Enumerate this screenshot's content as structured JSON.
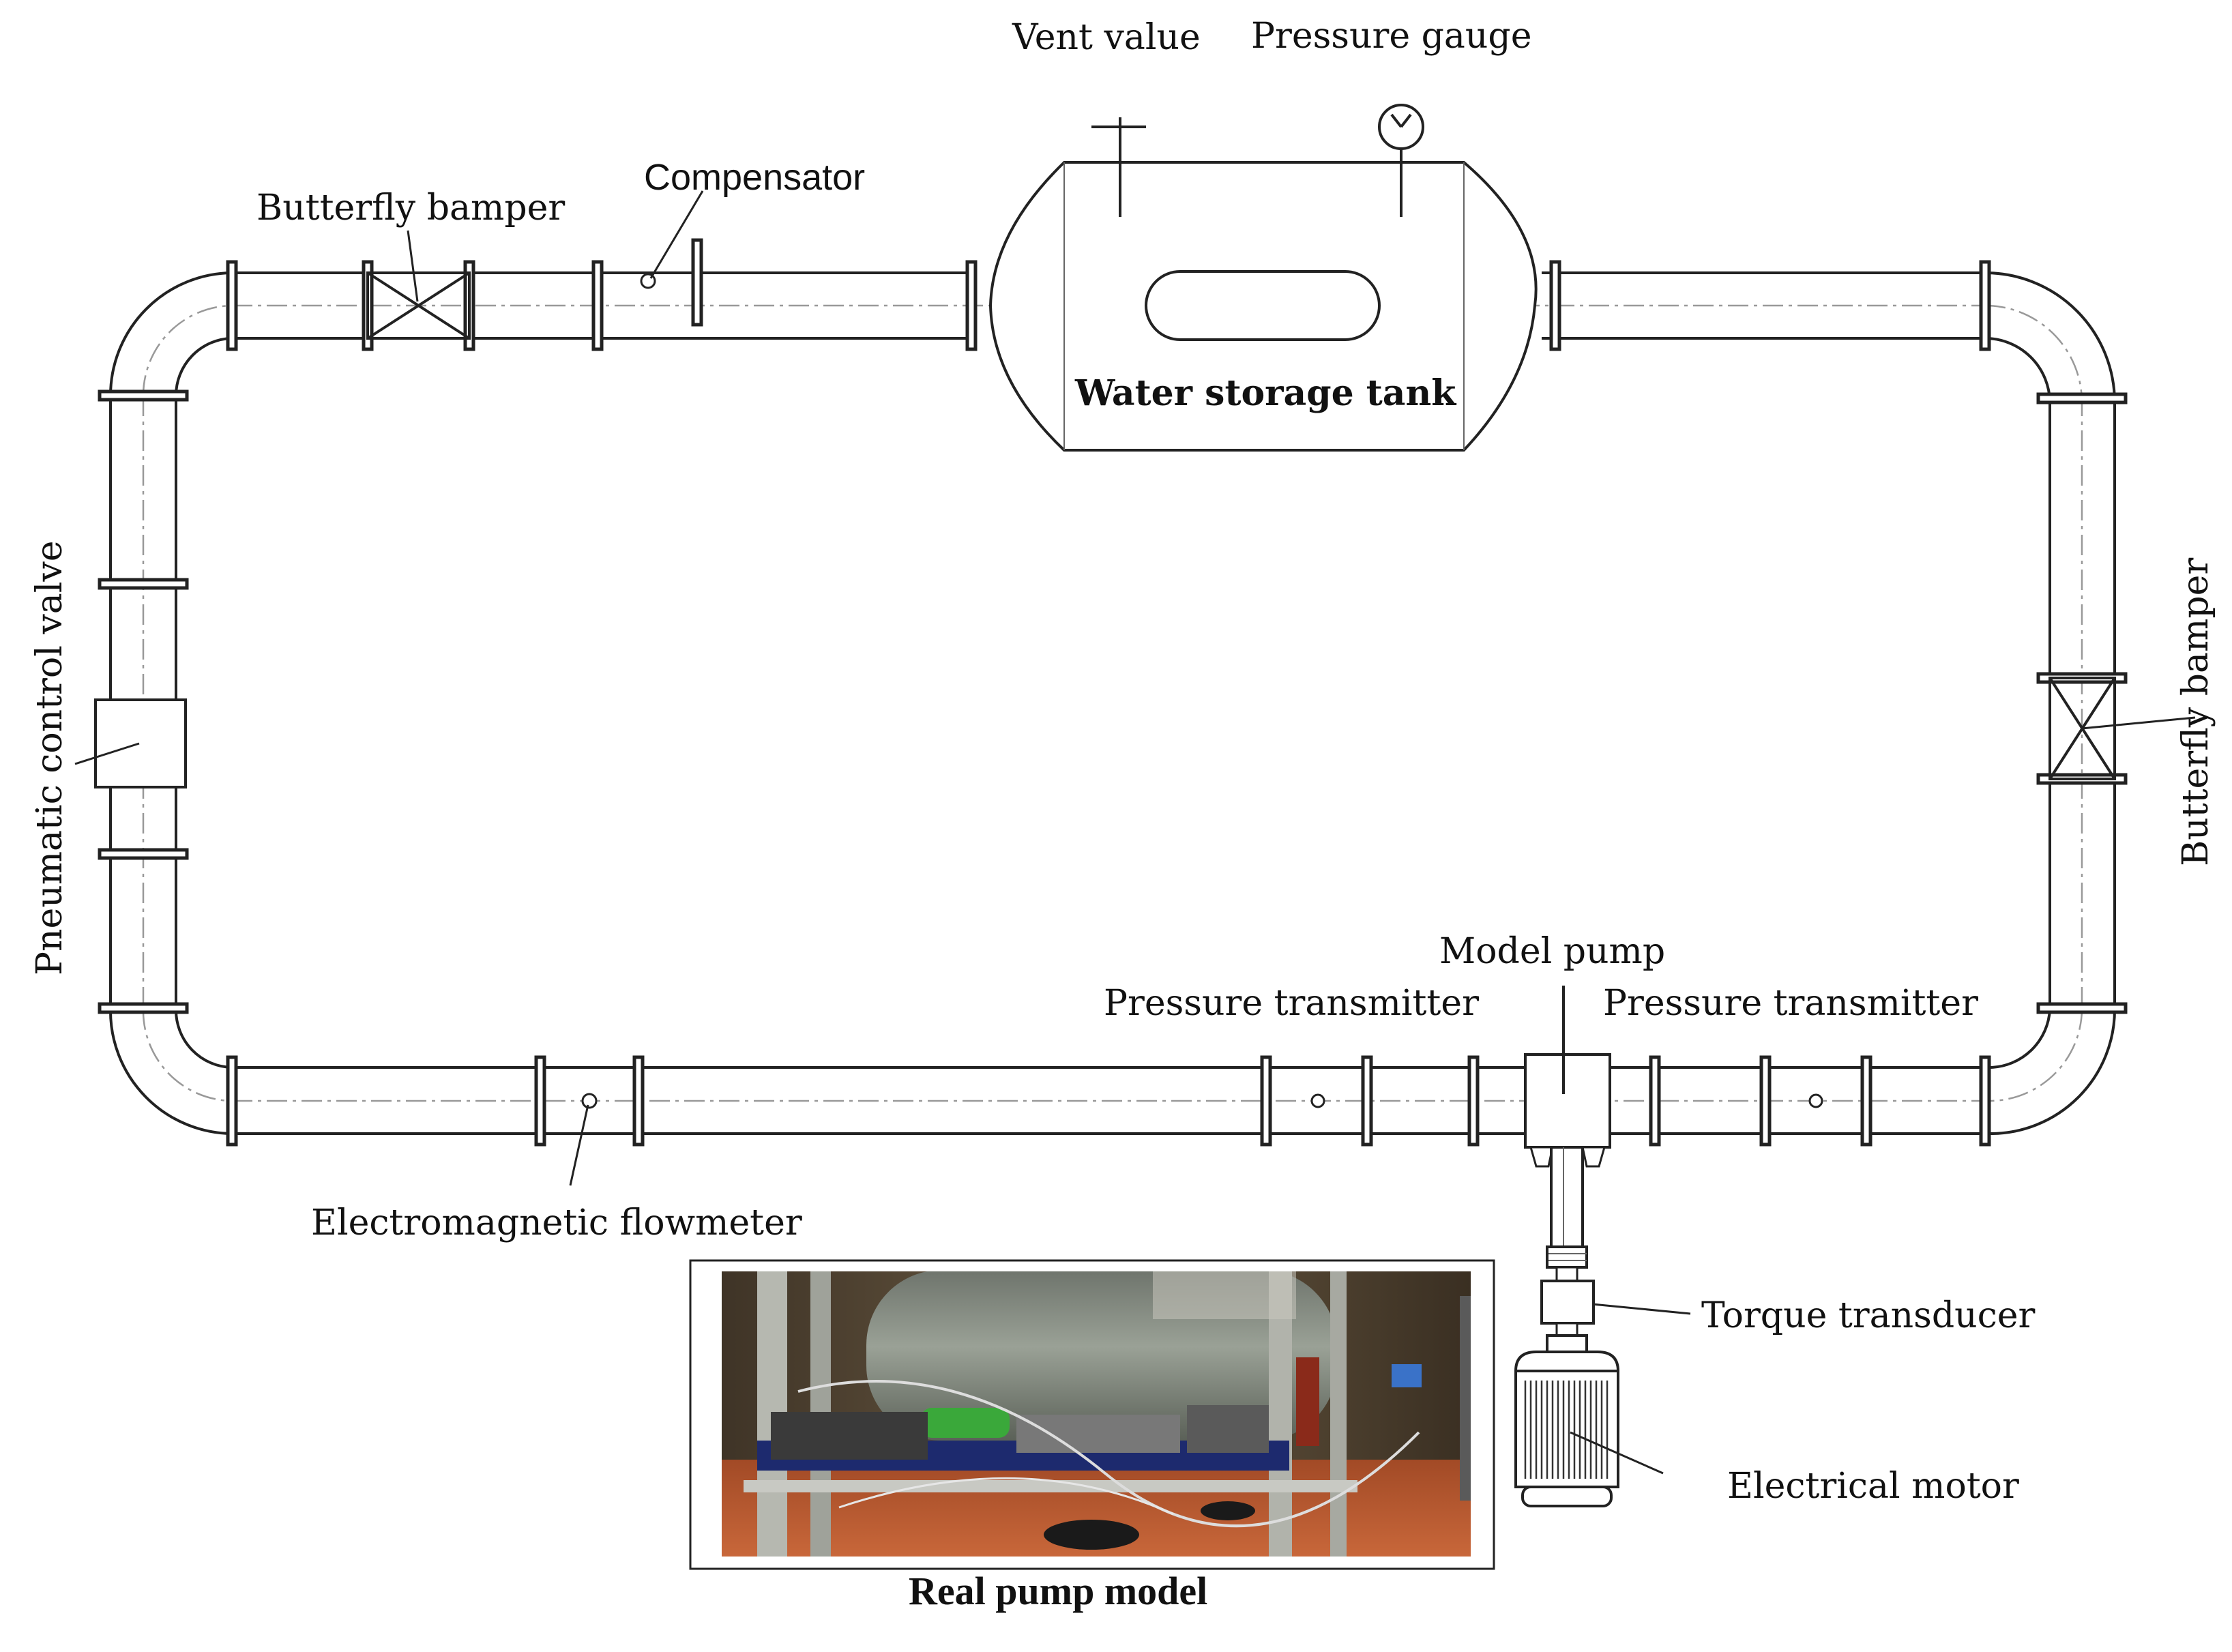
{
  "labels": {
    "vent_valve": "Vent value",
    "pressure_gauge": "Pressure gauge",
    "compensator": "Compensator",
    "butterfly_top": "Butterfly bamper",
    "water_tank": "Water storage tank",
    "pneumatic_valve": "Pneumatic control valve",
    "butterfly_right": "Butterfly bamper",
    "model_pump": "Model pump",
    "pressure_transmitter_left": "Pressure transmitter",
    "pressure_transmitter_right": "Pressure transmitter",
    "flowmeter": "Electromagnetic flowmeter",
    "torque_transducer": "Torque transducer",
    "electrical_motor": "Electrical motor",
    "photo_caption": "Real pump model"
  },
  "colors": {
    "line": "#222222",
    "photo_floor": "#b4562e",
    "photo_tank": "#8a9186",
    "photo_green": "#3aa83a",
    "photo_blue": "#2a4fb0"
  }
}
